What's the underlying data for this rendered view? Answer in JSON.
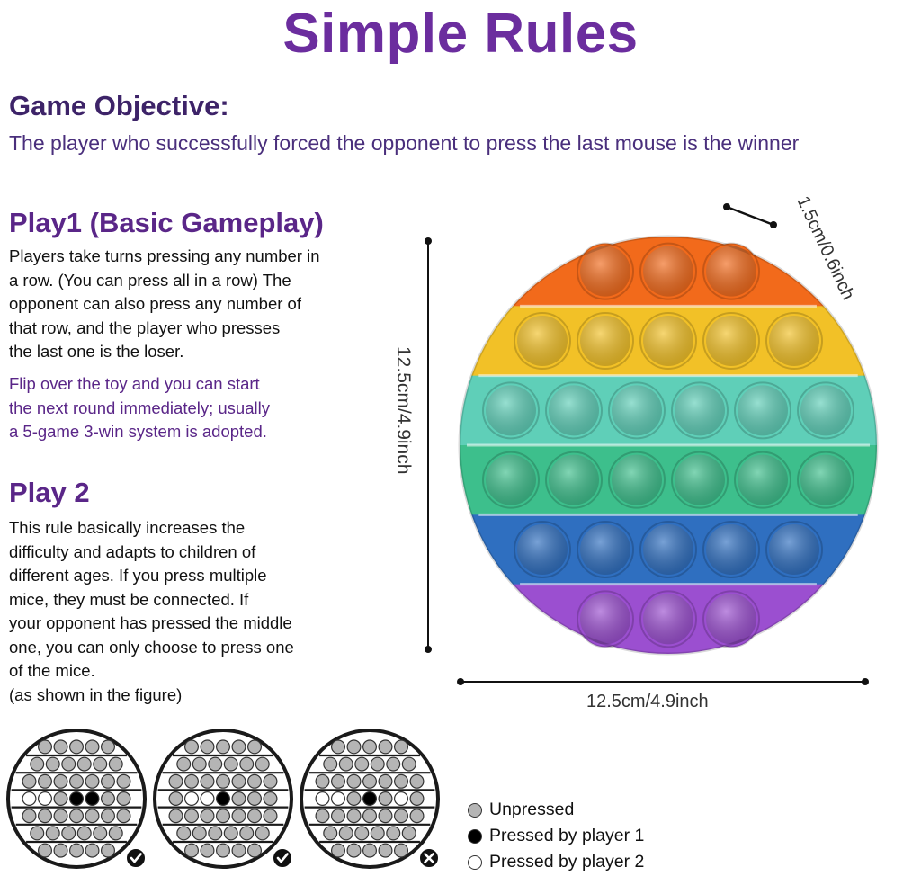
{
  "title": "Simple Rules",
  "objective": {
    "heading": "Game Objective:",
    "text": "The player who successfully forced the opponent to press the last mouse is the winner"
  },
  "play1": {
    "heading": "Play1 (Basic Gameplay)",
    "lines": [
      "Players take turns pressing any number in",
      "a row. (You can press all in a row) The",
      "opponent can also press any number of",
      "that row, and the player who presses",
      "the last one is the loser."
    ],
    "note_lines": [
      "Flip over the toy and you can start",
      "the next round immediately; usually",
      "a 5-game 3-win system is adopted."
    ]
  },
  "play2": {
    "heading": "Play 2",
    "lines": [
      "This rule basically increases the",
      "difficulty and adapts to children of",
      "different ages. If you press multiple",
      "mice, they must be connected. If",
      "your opponent has pressed the middle",
      "one, you can only choose to press one",
      "of the mice.",
      "(as shown in the figure)"
    ]
  },
  "dimensions": {
    "bubble": "1.5cm/0.6inch",
    "height": "12.5cm/4.9inch",
    "width": "12.5cm/4.9inch"
  },
  "toy": {
    "row_colors": [
      "#f26a1b",
      "#f2c127",
      "#5fcfb8",
      "#3dbf8c",
      "#2f6fc0",
      "#9b4fd0"
    ],
    "outline_color": "#1a1a1a"
  },
  "examples": [
    {
      "result": "check-icon"
    },
    {
      "result": "check-icon"
    },
    {
      "result": "cross-icon"
    }
  ],
  "legend": {
    "items": [
      {
        "label": "Unpressed",
        "color": "#b5b5b5"
      },
      {
        "label": "Pressed by player 1",
        "color": "#000000"
      },
      {
        "label": "Pressed by player 2",
        "color": "#ffffff"
      }
    ]
  }
}
